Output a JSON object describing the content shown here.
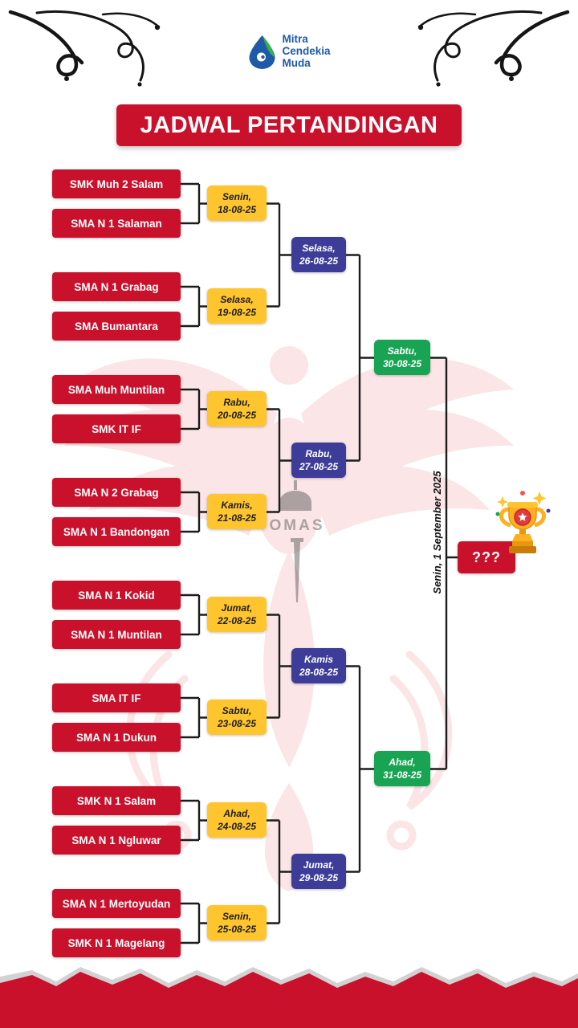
{
  "colors": {
    "primary_red": "#C9112C",
    "badge_yellow": "#FFC52F",
    "badge_blue": "#3D3D99",
    "badge_green": "#18A452",
    "logo_blue": "#1E5AA8",
    "logo_green": "#35B34A"
  },
  "header": {
    "logo_lines": [
      "Mitra",
      "Cendekia",
      "Muda"
    ],
    "title": "JADWAL PERTANDINGAN"
  },
  "bracket": {
    "round_of_16": [
      {
        "team_a": "SMK Muh 2 Salam",
        "team_b": "SMA N 1 Salaman",
        "day": "Senin,",
        "date": "18-08-25"
      },
      {
        "team_a": "SMA N 1 Grabag",
        "team_b": "SMA Bumantara",
        "day": "Selasa,",
        "date": "19-08-25"
      },
      {
        "team_a": "SMA Muh Muntilan",
        "team_b": "SMK IT IF",
        "day": "Rabu,",
        "date": "20-08-25"
      },
      {
        "team_a": "SMA N 2 Grabag",
        "team_b": "SMA N 1 Bandongan",
        "day": "Kamis,",
        "date": "21-08-25"
      },
      {
        "team_a": "SMA N 1 Kokid",
        "team_b": "SMA N 1 Muntilan",
        "day": "Jumat,",
        "date": "22-08-25"
      },
      {
        "team_a": "SMA IT IF",
        "team_b": "SMA N 1 Dukun",
        "day": "Sabtu,",
        "date": "23-08-25"
      },
      {
        "team_a": "SMK N 1 Salam",
        "team_b": "SMA N 1 Ngluwar",
        "day": "Ahad,",
        "date": "24-08-25"
      },
      {
        "team_a": "SMA N 1 Mertoyudan",
        "team_b": "SMK N 1 Magelang",
        "day": "Senin,",
        "date": "25-08-25"
      }
    ],
    "quarterfinals": [
      {
        "day": "Selasa,",
        "date": "26-08-25"
      },
      {
        "day": "Rabu,",
        "date": "27-08-25"
      },
      {
        "day": "Kamis",
        "date": "28-08-25"
      },
      {
        "day": "Jumat,",
        "date": "29-08-25"
      }
    ],
    "semifinals": [
      {
        "day": "Sabtu,",
        "date": "30-08-25"
      },
      {
        "day": "Ahad,",
        "date": "31-08-25"
      }
    ],
    "final": {
      "date": "Senin, 1 September 2025",
      "winner_placeholder": "???"
    }
  },
  "watermark": {
    "text": "OMAS"
  }
}
